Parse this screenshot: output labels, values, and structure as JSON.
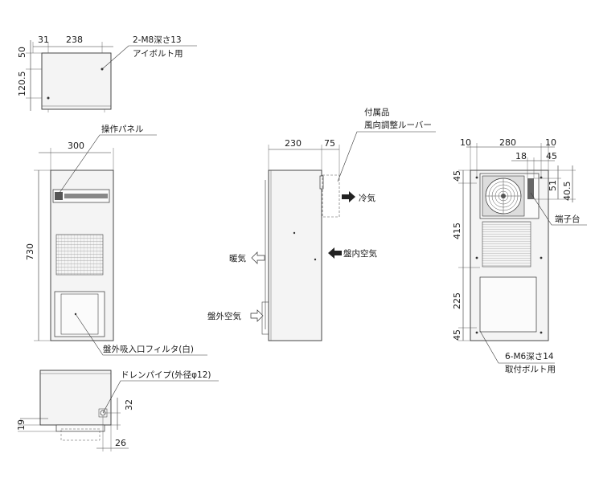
{
  "top_view": {
    "dims": {
      "d31": "31",
      "d238": "238",
      "d50": "50",
      "d120_5": "120.5"
    },
    "callout_holes": "2-M8深さ13",
    "callout_holes_sub": "アイボルト用"
  },
  "front_view": {
    "dim_width": "300",
    "dim_height": "730",
    "callout_panel": "操作パネル",
    "callout_filter": "盤外吸入口フィルタ(白)"
  },
  "bottom_view": {
    "callout_drain": "ドレンパイプ(外径φ12)",
    "dims": {
      "d19": "19",
      "d32": "32",
      "d26": "26"
    }
  },
  "side_view": {
    "dim_depth": "230",
    "dim_louver": "75",
    "callout_accessory": "付属品",
    "callout_accessory_sub": "風向調整ルーバー",
    "label_cold_air": "冷気",
    "label_warm_air": "暖気",
    "label_inside_air": "盤内空気",
    "label_outside_air": "盤外空気"
  },
  "back_view": {
    "dims": {
      "d10a": "10",
      "d280": "280",
      "d10b": "10",
      "d18": "18",
      "d45": "45",
      "d51": "51",
      "d40_5": "40.5",
      "v45a": "45",
      "v415": "415",
      "v225": "225",
      "v45b": "45"
    },
    "callout_terminal": "端子台",
    "callout_mount": "6-M6深さ14",
    "callout_mount_sub": "取付ボルト用"
  }
}
